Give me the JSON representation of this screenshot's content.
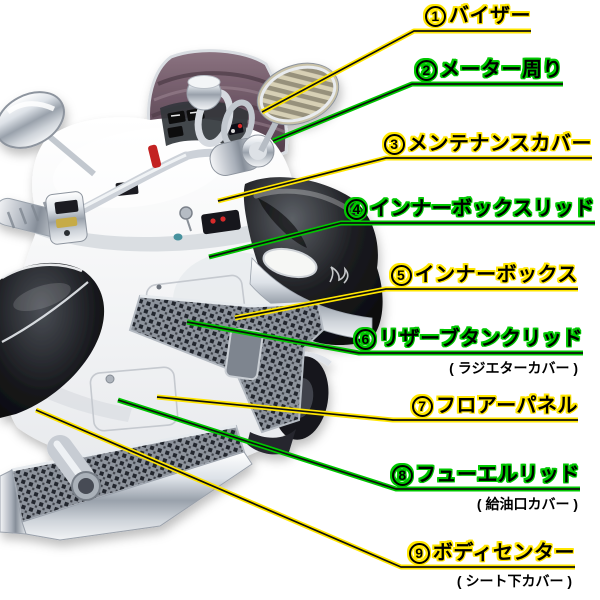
{
  "colors": {
    "background": "#ffffff",
    "label_text": "#000000",
    "accent_yellow": "#ffe600",
    "accent_green": "#00c800",
    "line_core": "#101010"
  },
  "labels": [
    {
      "num": "1",
      "text": "バイザー",
      "accent": "#ffe600",
      "sub": "",
      "line": "531,31 414,31 262,112"
    },
    {
      "num": "2",
      "text": "メーター周り",
      "accent": "#00c800",
      "sub": "",
      "line": "563,84 412,84 273,141"
    },
    {
      "num": "3",
      "text": "メンテナンスカバー",
      "accent": "#ffe600",
      "sub": "",
      "line": "592,158 386,158 218,201"
    },
    {
      "num": "4",
      "text": "インナーボックスリッド",
      "accent": "#00c800",
      "sub": "",
      "line": "595,223 341,223 209,257"
    },
    {
      "num": "5",
      "text": "インナーボックス",
      "accent": "#ffe600",
      "sub": "",
      "line": "578,289 386,289 235,318"
    },
    {
      "num": "6",
      "text": "リザーブタンクリッド",
      "accent": "#00c800",
      "sub": "( ラジエターカバー )",
      "line": "583,353 359,353 187,322"
    },
    {
      "num": "7",
      "text": "フロアーパネル",
      "accent": "#ffe600",
      "sub": "",
      "line": "578,420 393,420 157,397"
    },
    {
      "num": "8",
      "text": "フューエルリッド",
      "accent": "#00c800",
      "sub": "( 給油口カバー )",
      "line": "580,489 396,489 118,400"
    },
    {
      "num": "9",
      "text": "ボディセンター",
      "accent": "#ffe600",
      "sub": "( シート下カバー )",
      "line": "575,567 401,567 36,410"
    }
  ]
}
